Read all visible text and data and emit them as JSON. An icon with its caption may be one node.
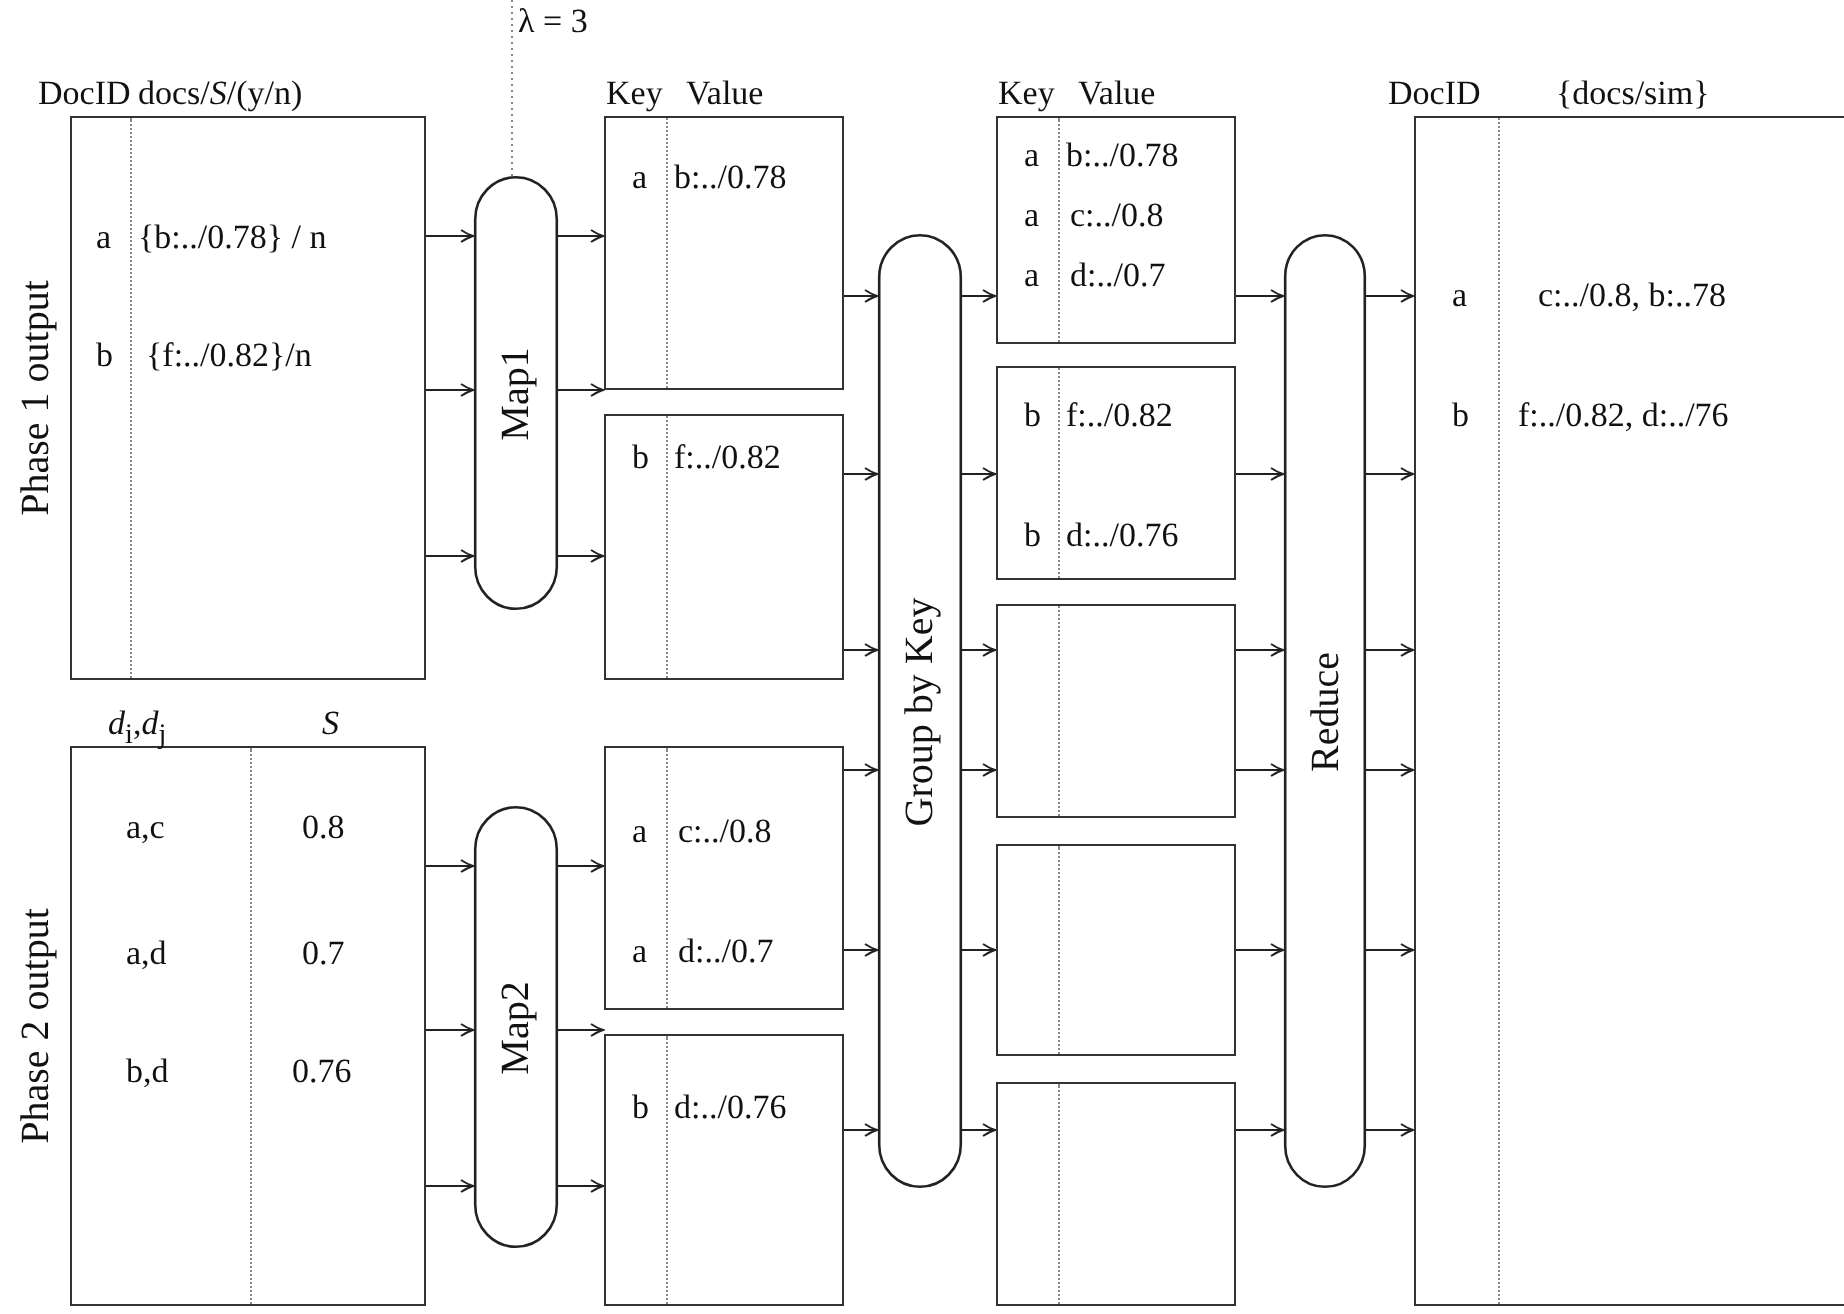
{
  "diagram": {
    "nodes": [
      {
        "text": [
          "DocID",
          "docs/*S*/(y/n)",
          "a",
          "{b:../0.78} / n",
          "b",
          "{f:../0.82}/n"
        ],
        "beside": [
          "Phase 1 output"
        ]
      },
      {
        "text": [
          "*d*$_{i}$,*d*$_{j}$",
          "*S*",
          "a,c",
          "0.8",
          "a,d",
          "0.7",
          "b,d",
          "0.76"
        ],
        "beside": [
          "Phase 2 output"
        ]
      },
      {
        "text": [
          "Map1"
        ]
      },
      {
        "text": [
          "Map2"
        ]
      },
      {
        "text": [
          "Key",
          "Value",
          "a",
          "b:../0.78"
        ]
      },
      {
        "text": [
          "b",
          "f:../0.82"
        ]
      },
      {
        "text": [
          "a",
          "c:../0.8",
          "a",
          "d:../0.7"
        ]
      },
      {
        "text": [
          "b",
          "d:../0.76"
        ]
      },
      {
        "text": [
          "Group by Key"
        ]
      },
      {
        "text": [
          "Key",
          "Value",
          "a",
          "b:../0.78",
          "a",
          "c:../0.8",
          "a",
          "d:../0.7"
        ]
      },
      {
        "text": [
          "b",
          "f:../0.82",
          "b",
          "d:../0.76"
        ]
      },
      {
        "text": [],
        "shape": "box"
      },
      {
        "text": [],
        "shape": "box"
      },
      {
        "text": [],
        "shape": "box"
      },
      {
        "text": [
          "Reduce"
        ]
      },
      {
        "text": [
          "DocID",
          "{docs/sim}",
          "a",
          "c:../0.8, b:..78",
          "b",
          "f:../0.82, d:../76"
        ]
      }
    ],
    "edges": [
      {
        "from": 0,
        "to": 2,
        "arrow": "to"
      },
      {
        "from": 0,
        "to": 2,
        "arrow": "to"
      },
      {
        "from": 0,
        "to": 2,
        "arrow": "to"
      },
      {
        "from": 2,
        "to": 4,
        "arrow": "to"
      },
      {
        "from": 2,
        "to": 4,
        "arrow": "to"
      },
      {
        "from": 2,
        "to": 5,
        "arrow": "to"
      },
      {
        "from": 1,
        "to": 3,
        "arrow": "to"
      },
      {
        "from": 1,
        "to": 3,
        "arrow": "to"
      },
      {
        "from": 1,
        "to": 3,
        "arrow": "to"
      },
      {
        "from": 3,
        "to": 6,
        "arrow": "to"
      },
      {
        "from": 3,
        "to": 7,
        "arrow": "to"
      },
      {
        "from": 3,
        "to": 7,
        "arrow": "to"
      },
      {
        "from": 4,
        "to": 8,
        "arrow": "to"
      },
      {
        "from": 5,
        "to": 8,
        "arrow": "to"
      },
      {
        "from": 5,
        "to": 8,
        "arrow": "to"
      },
      {
        "from": 6,
        "to": 8,
        "arrow": "to"
      },
      {
        "from": 6,
        "to": 8,
        "arrow": "to"
      },
      {
        "from": 7,
        "to": 8,
        "arrow": "to"
      },
      {
        "from": 8,
        "to": 9,
        "arrow": "to"
      },
      {
        "from": 8,
        "to": 10,
        "arrow": "to"
      },
      {
        "from": 8,
        "to": 11,
        "arrow": "to"
      },
      {
        "from": 8,
        "to": 11,
        "arrow": "to"
      },
      {
        "from": 8,
        "to": 12,
        "arrow": "to"
      },
      {
        "from": 8,
        "to": 13,
        "arrow": "to"
      },
      {
        "from": 9,
        "to": 14,
        "arrow": "to"
      },
      {
        "from": 10,
        "to": 14,
        "arrow": "to"
      },
      {
        "from": 11,
        "to": 14,
        "arrow": "to"
      },
      {
        "from": 11,
        "to": 14,
        "arrow": "to"
      },
      {
        "from": 12,
        "to": 14,
        "arrow": "to"
      },
      {
        "from": 13,
        "to": 14,
        "arrow": "to"
      },
      {
        "from": 14,
        "to": 15,
        "arrow": "to"
      },
      {
        "from": 14,
        "to": 15,
        "arrow": "to"
      },
      {
        "from": 14,
        "to": 15,
        "arrow": "to"
      },
      {
        "from": 14,
        "to": 15,
        "arrow": "to"
      },
      {
        "from": 14,
        "to": 15,
        "arrow": "to"
      },
      {
        "from": 14,
        "to": 15,
        "arrow": "to"
      }
    ],
    "labels": [
      "λ = 3"
    ]
  }
}
